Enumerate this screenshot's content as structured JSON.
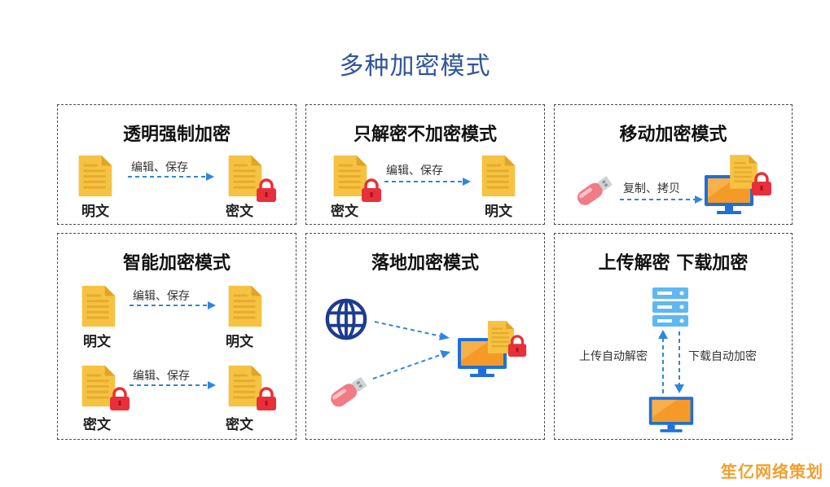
{
  "page_title": "多种加密模式",
  "panels": [
    {
      "title": "透明强制加密",
      "from": "明文",
      "to": "密文",
      "arrow": "编辑、保存"
    },
    {
      "title": "只解密不加密模式",
      "from": "密文",
      "to": "明文",
      "arrow": "编辑、保存"
    },
    {
      "title": "移动加密模式",
      "arrow": "复制、拷贝"
    },
    {
      "title": "智能加密模式",
      "row1": {
        "from": "明文",
        "to": "明文",
        "arrow": "编辑、保存"
      },
      "row2": {
        "from": "密文",
        "to": "密文",
        "arrow": "编辑、保存"
      }
    },
    {
      "title": "落地加密模式"
    },
    {
      "title": "上传解密 下载加密",
      "up": "上传自动解密",
      "down": "下载自动加密"
    }
  ],
  "watermark": "笙亿网络策划",
  "colors": {
    "title": "#2f5597",
    "doc": "#f5c242",
    "lock": "#e8303a",
    "arrow": "#2e86de",
    "monitor": "#1e6fd9",
    "usb": "#f07c86"
  },
  "icons": [
    "document-icon",
    "lock-icon",
    "usb-drive-icon",
    "monitor-icon",
    "globe-icon",
    "server-icon"
  ]
}
